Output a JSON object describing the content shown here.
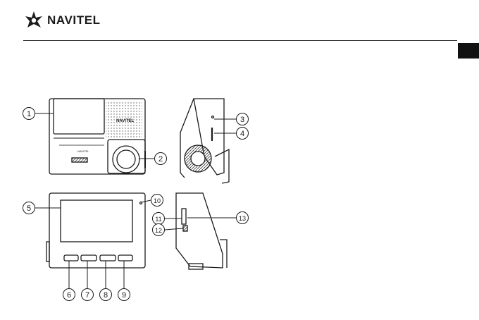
{
  "brand": {
    "name": "NAVITEL",
    "device_label": "NAVITEL"
  },
  "callouts": [
    "1",
    "2",
    "3",
    "4",
    "5",
    "6",
    "7",
    "8",
    "9",
    "10",
    "11",
    "12",
    "13"
  ],
  "colors": {
    "ink": "#1a1a1a",
    "accent_tab": "#111111"
  }
}
